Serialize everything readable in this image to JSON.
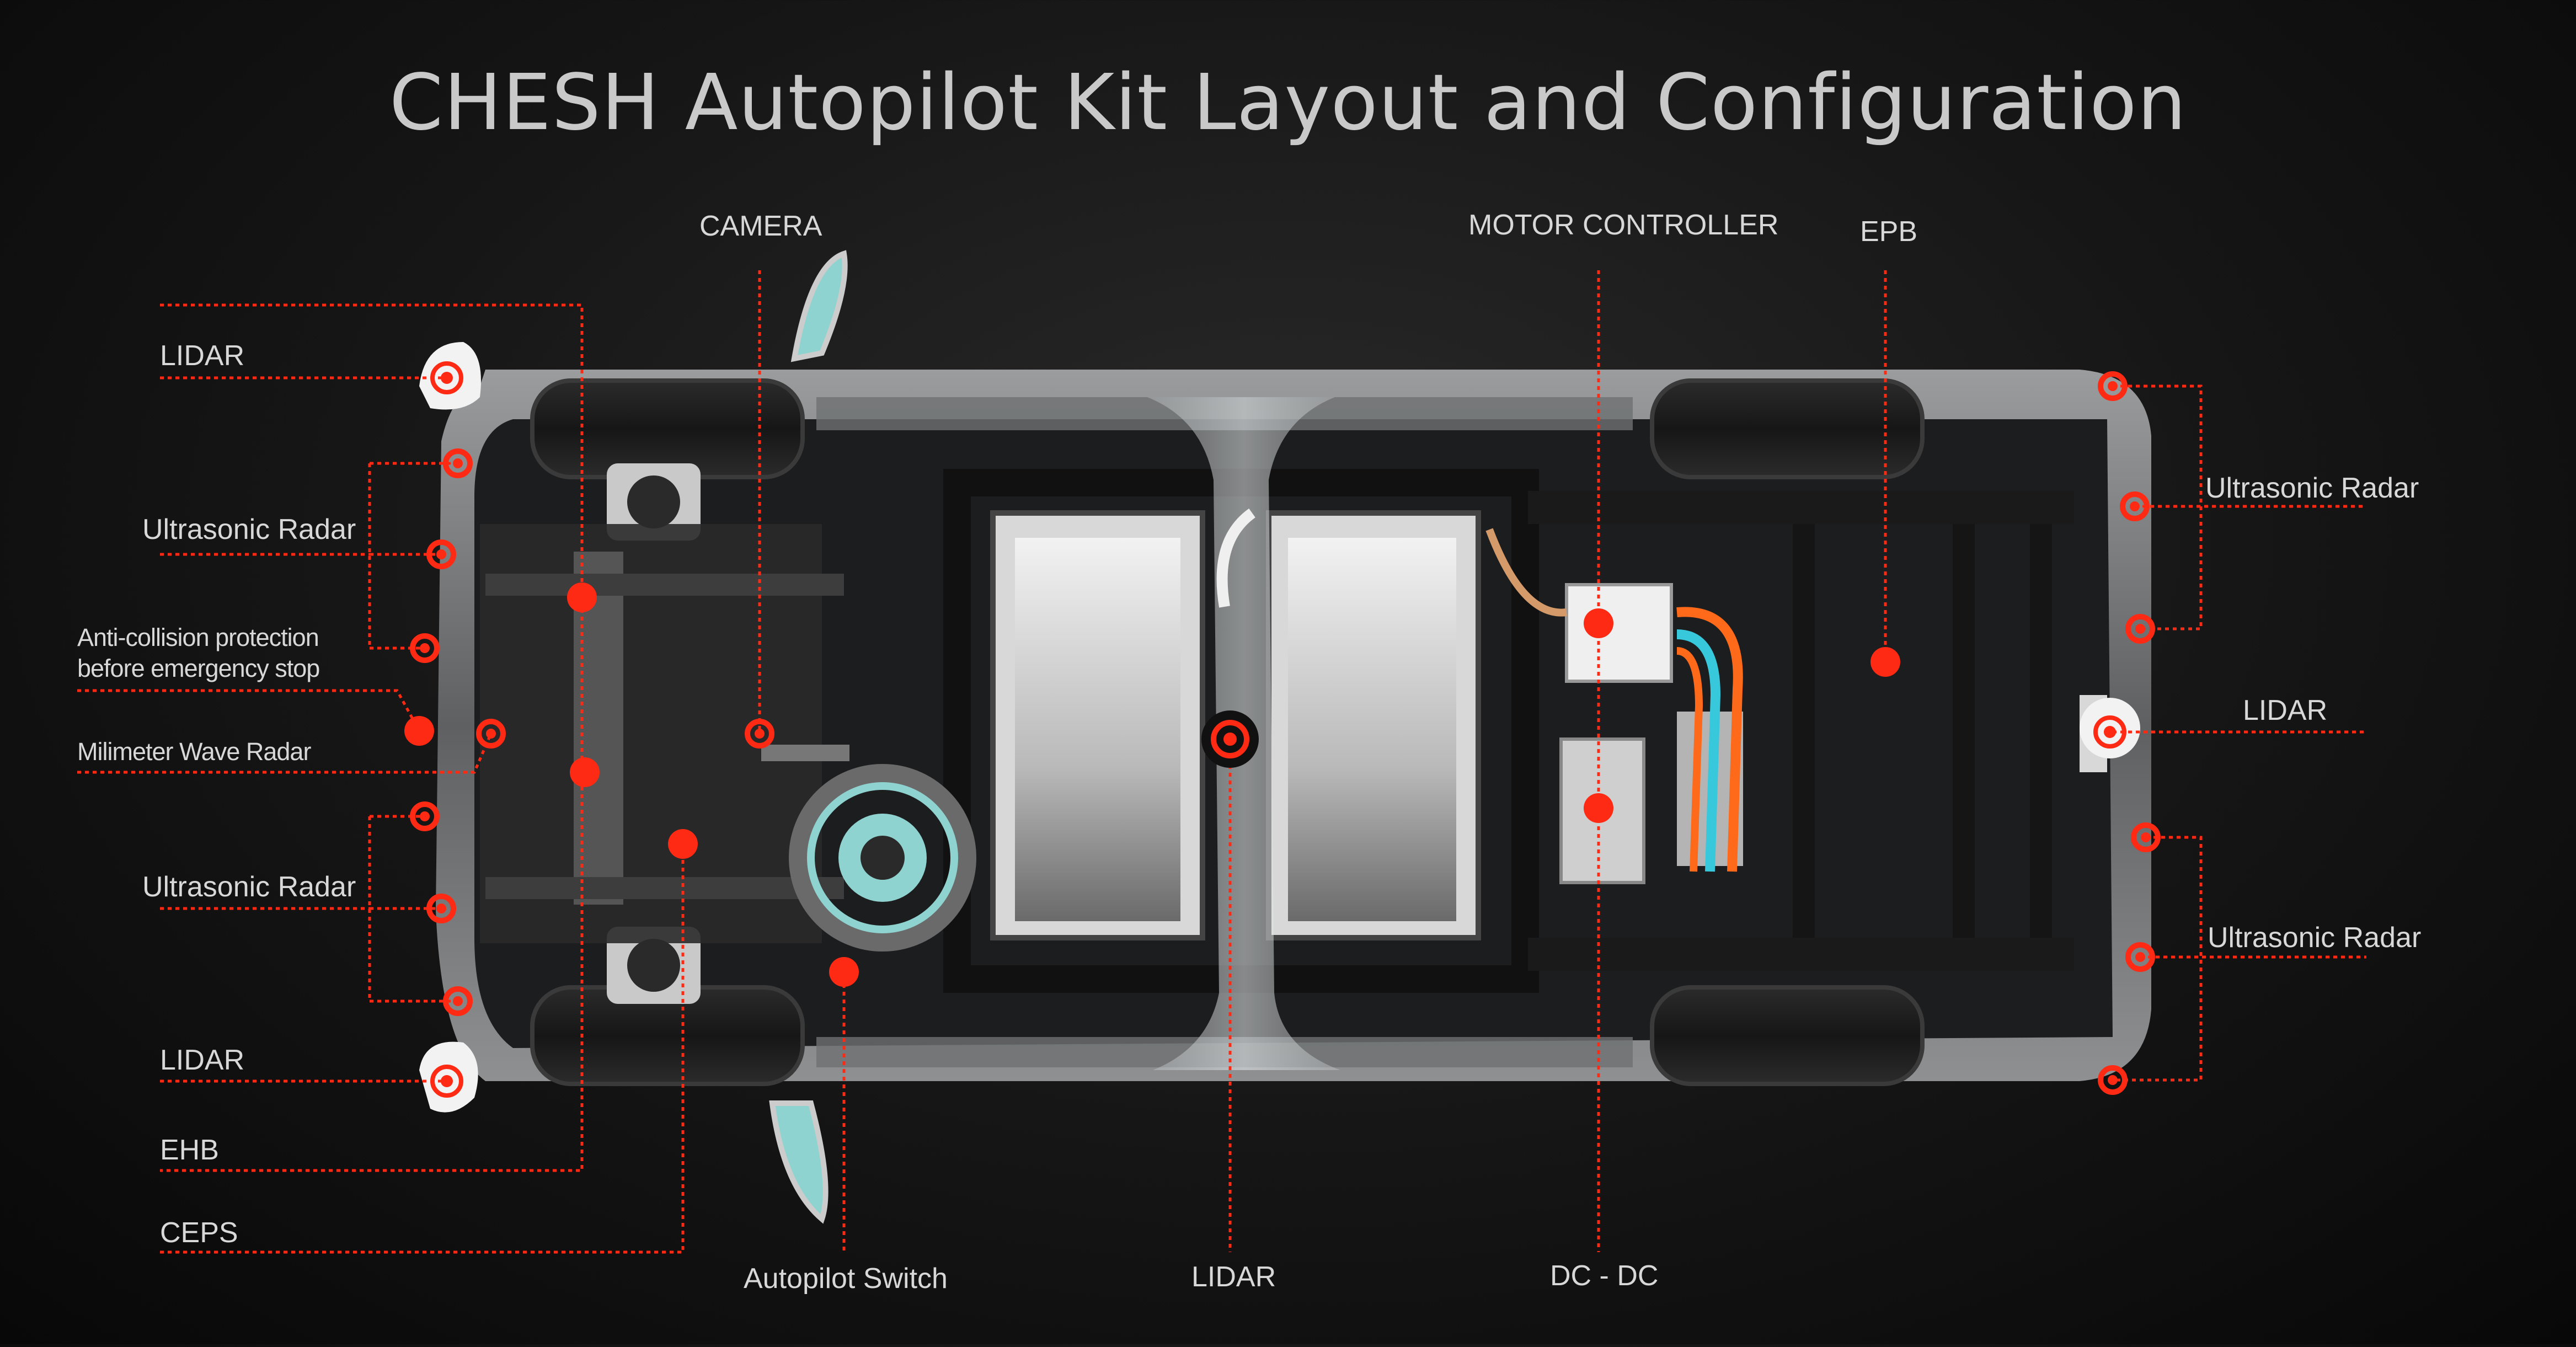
{
  "title": "CHESH Autopilot Kit Layout and Configuration",
  "colors": {
    "accent": "#ff2a14",
    "background": "#0e0e0e",
    "vehicle_body": "#8a8c8e",
    "label_text": "#d8d8d8",
    "mirror_teal": "#8fd3d0"
  },
  "labels": {
    "camera": "CAMERA",
    "motor_controller": "MOTOR CONTROLLER",
    "epb": "EPB",
    "lidar_front_top": "LIDAR",
    "ultrasonic_front_upper": "Ultrasonic Radar",
    "anti_collision": "Anti-collision protection before emergency stop",
    "mmwave": "Milimeter Wave Radar",
    "ultrasonic_front_lower": "Ultrasonic Radar",
    "lidar_front_bottom": "LIDAR",
    "ehb": "EHB",
    "ceps": "CEPS",
    "autopilot_switch": "Autopilot Switch",
    "lidar_center": "LIDAR",
    "dcdc": "DC - DC",
    "ultrasonic_rear_upper": "Ultrasonic Radar",
    "lidar_rear": "LIDAR",
    "ultrasonic_rear_lower": "Ultrasonic Radar"
  }
}
